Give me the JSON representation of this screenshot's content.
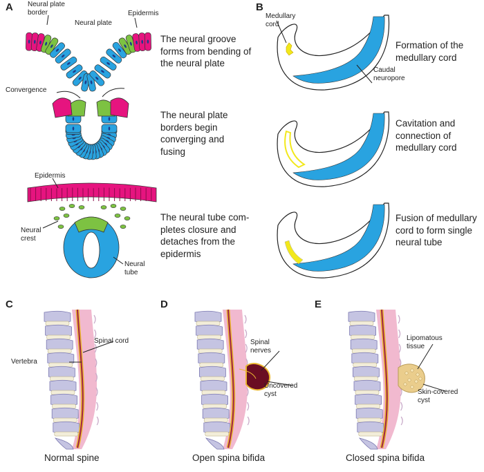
{
  "panels": {
    "a": {
      "letter": "A",
      "labels": {
        "neural_plate_border": "Neural plate\nborder",
        "neural_plate": "Neural plate",
        "epidermis_top": "Epidermis",
        "convergence": "Convergence",
        "epidermis_bottom": "Epidermis",
        "neural_crest": "Neural\ncrest",
        "neural_tube": "Neural\ntube"
      },
      "steps": [
        "The neural groove\nforms from bending of\nthe neural plate",
        "The neural plate\nborders begin\nconverging and\nfusing",
        "The neural tube com-\npletes closure and\ndetaches from the\nepidermis"
      ]
    },
    "b": {
      "letter": "B",
      "labels": {
        "medullary_cord": "Medullary\ncord",
        "caudal_neuropore": "Caudal\nneuropore"
      },
      "steps": [
        "Formation of the\nmedullary cord",
        "Cavitation and\nconnection of\nmedullary cord",
        "Fusion of medullary\ncord to form single\nneural tube"
      ]
    },
    "c": {
      "letter": "C",
      "labels": {
        "spinal_cord": "Spinal cord",
        "vertebra": "Vertebra"
      },
      "caption": "Normal spine"
    },
    "d": {
      "letter": "D",
      "labels": {
        "spinal_nerves": "Spinal\nnerves",
        "uncovered_cyst": "Uncovered\ncyst"
      },
      "caption": "Open spina bifida"
    },
    "e": {
      "letter": "E",
      "labels": {
        "lipomatous_tissue": "Lipomatous\ntissue",
        "skin_covered_cyst": "Skin-covered\ncyst"
      },
      "caption": "Closed spina bifida"
    }
  },
  "colors": {
    "epidermis": "#e6147f",
    "neural_plate_border": "#7dc242",
    "neural_plate": "#29a3e0",
    "nucleus": "#1b3b8a",
    "medullary_cord": "#f2e81c",
    "neural_tube_b": "#29a3e0",
    "vertebra": "#c5c4e2",
    "disc": "#f2edd9",
    "canal": "#f1b9cf",
    "cord": "#a0224b",
    "dura": "#eab730",
    "cyst_open": "#6a0d22",
    "lipoma": "#eacd8c"
  }
}
